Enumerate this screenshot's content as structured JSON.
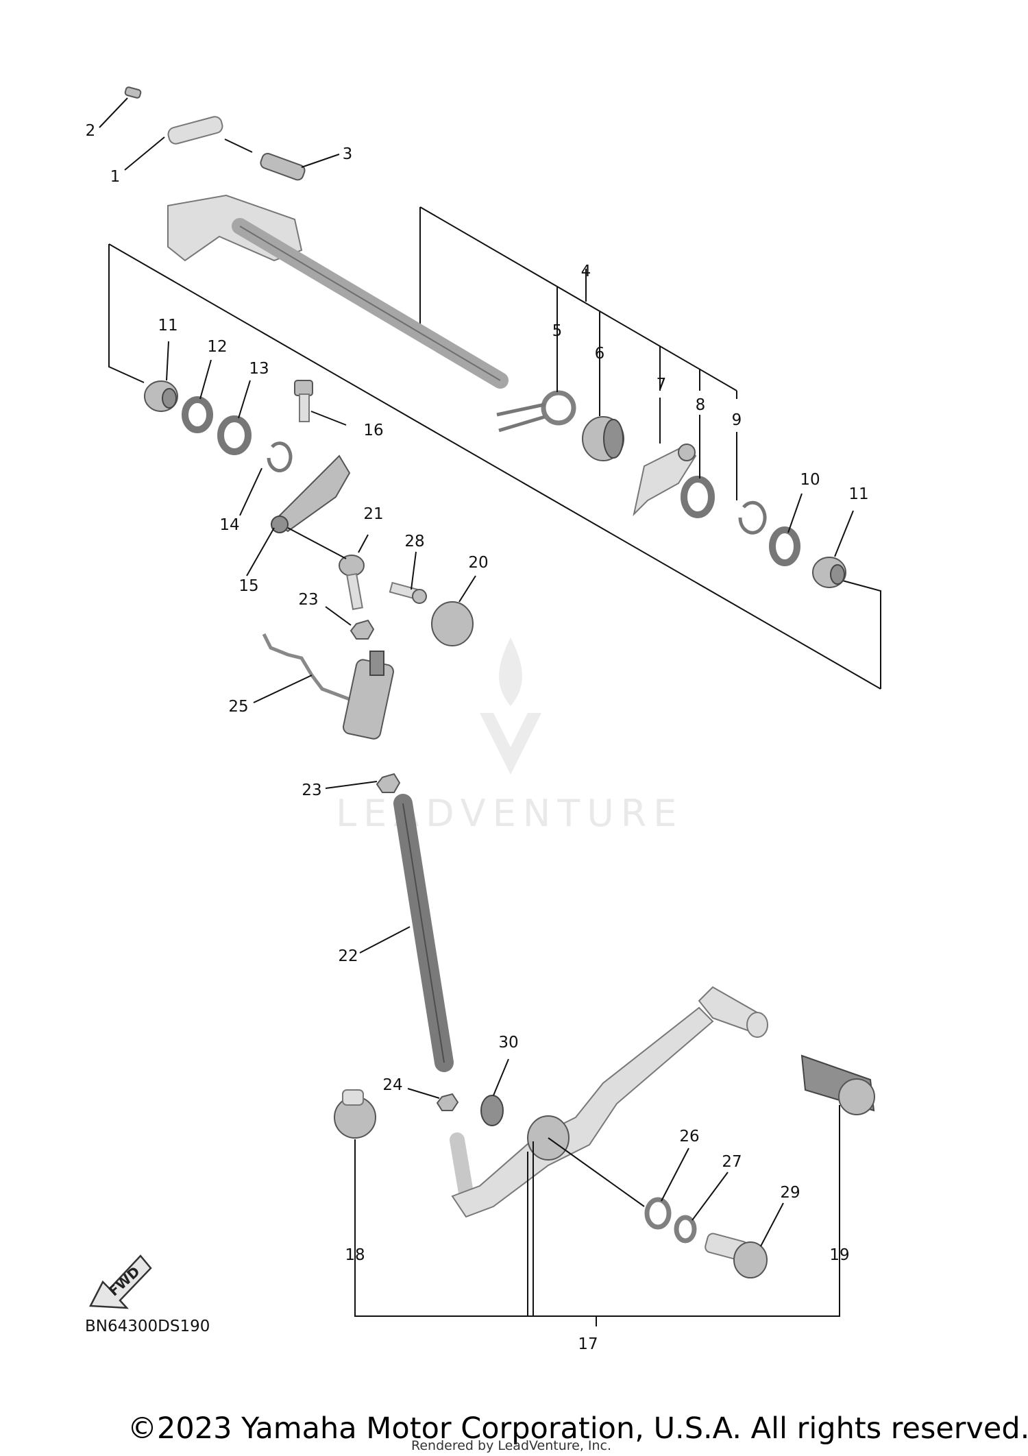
{
  "diagram": {
    "callouts": {
      "c1": "1",
      "c2": "2",
      "c3": "3",
      "c4": "4",
      "c5": "5",
      "c6": "6",
      "c7": "7",
      "c8": "8",
      "c9": "9",
      "c10": "10",
      "c11a": "11",
      "c11b": "11",
      "c12": "12",
      "c13": "13",
      "c14": "14",
      "c15": "15",
      "c16": "16",
      "c17": "17",
      "c18": "18",
      "c19": "19",
      "c20": "20",
      "c21": "21",
      "c22": "22",
      "c23a": "23",
      "c23b": "23",
      "c24": "24",
      "c25": "25",
      "c26": "26",
      "c27": "27",
      "c28": "28",
      "c29": "29",
      "c30": "30"
    },
    "fwd_label": "FWD",
    "diagram_code": "BN64300DS190",
    "copyright": "©2023 Yamaha Motor Corporation, U.S.A. All rights reserved.",
    "rendered_by": "Rendered by LeadVenture, Inc.",
    "watermark": "LEADVENTURE"
  }
}
